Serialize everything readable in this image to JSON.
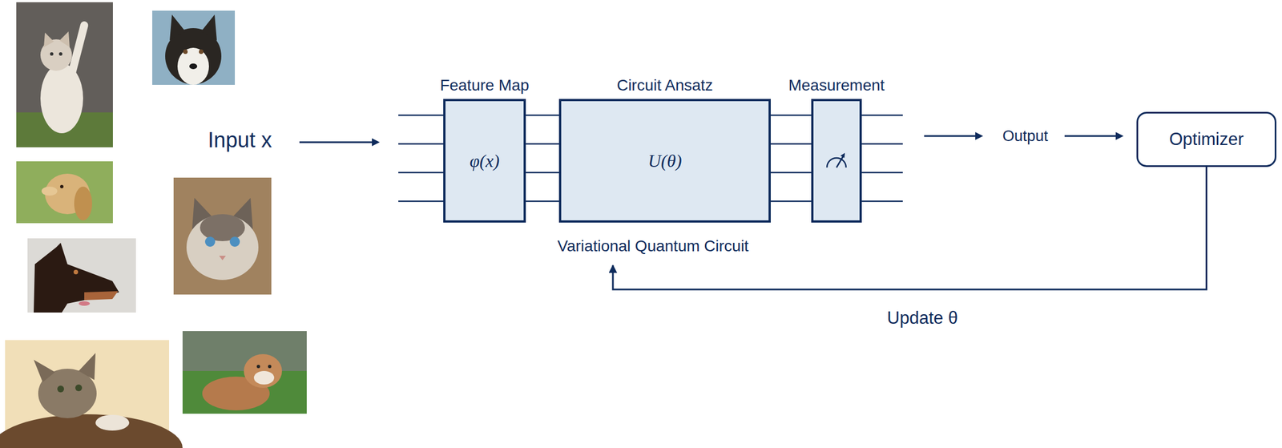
{
  "diagram": {
    "nodes": [
      {
        "text": [
          "Variational Quantum Circuit"
        ]
      },
      {
        "text": [
          "Feature Map",
          "φ(x)"
        ],
        "in": 0
      },
      {
        "text": [
          "Circuit Ansatz",
          "U(θ)"
        ],
        "in": 0
      },
      {
        "text": [
          "Measurement"
        ],
        "in": 0
      },
      {
        "text": [
          "Optimizer"
        ]
      }
    ],
    "edges": [
      {
        "from": 4,
        "to": 0,
        "arrow": "to",
        "label": "Update θ"
      }
    ],
    "labels": [
      "Input x",
      "Output"
    ]
  }
}
